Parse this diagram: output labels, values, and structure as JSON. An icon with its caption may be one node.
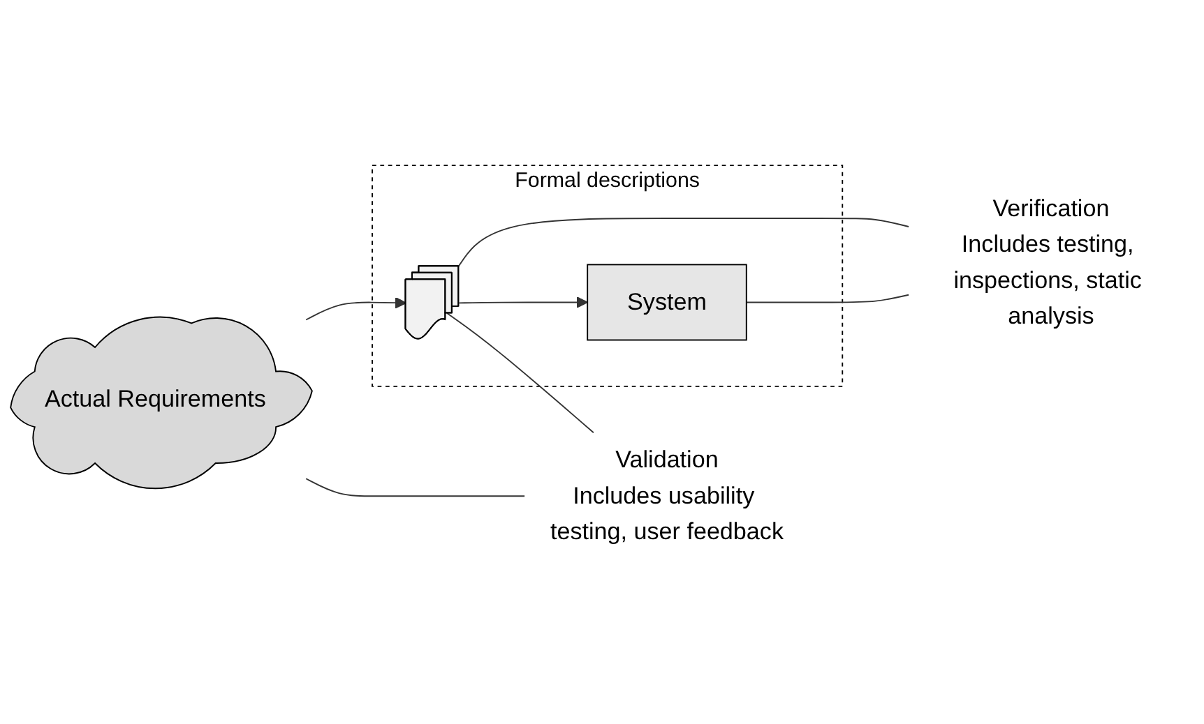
{
  "diagram": {
    "nodes": [
      {
        "text": [
          "Actual Requirements"
        ]
      },
      {
        "text": [
          "Formal descriptions"
        ]
      },
      {
        "text": [],
        "shape": "document",
        "in": 1
      },
      {
        "text": [
          "System"
        ],
        "in": 1
      },
      {
        "text": [
          "Validation",
          "Includes usability testing, user feedback"
        ]
      },
      {
        "text": [
          "Verification",
          "Includes testing, inspections, static analysis"
        ]
      }
    ],
    "edges": [
      {
        "from": 0,
        "to": 2,
        "arrow": "to"
      },
      {
        "from": 2,
        "to": 3,
        "arrow": "to"
      },
      {
        "from": 0,
        "to": 4,
        "arrow": "none"
      },
      {
        "from": 2,
        "to": 4,
        "arrow": "none"
      },
      {
        "from": 2,
        "to": 5,
        "arrow": "none"
      },
      {
        "from": 3,
        "to": 5,
        "arrow": "none"
      }
    ]
  }
}
